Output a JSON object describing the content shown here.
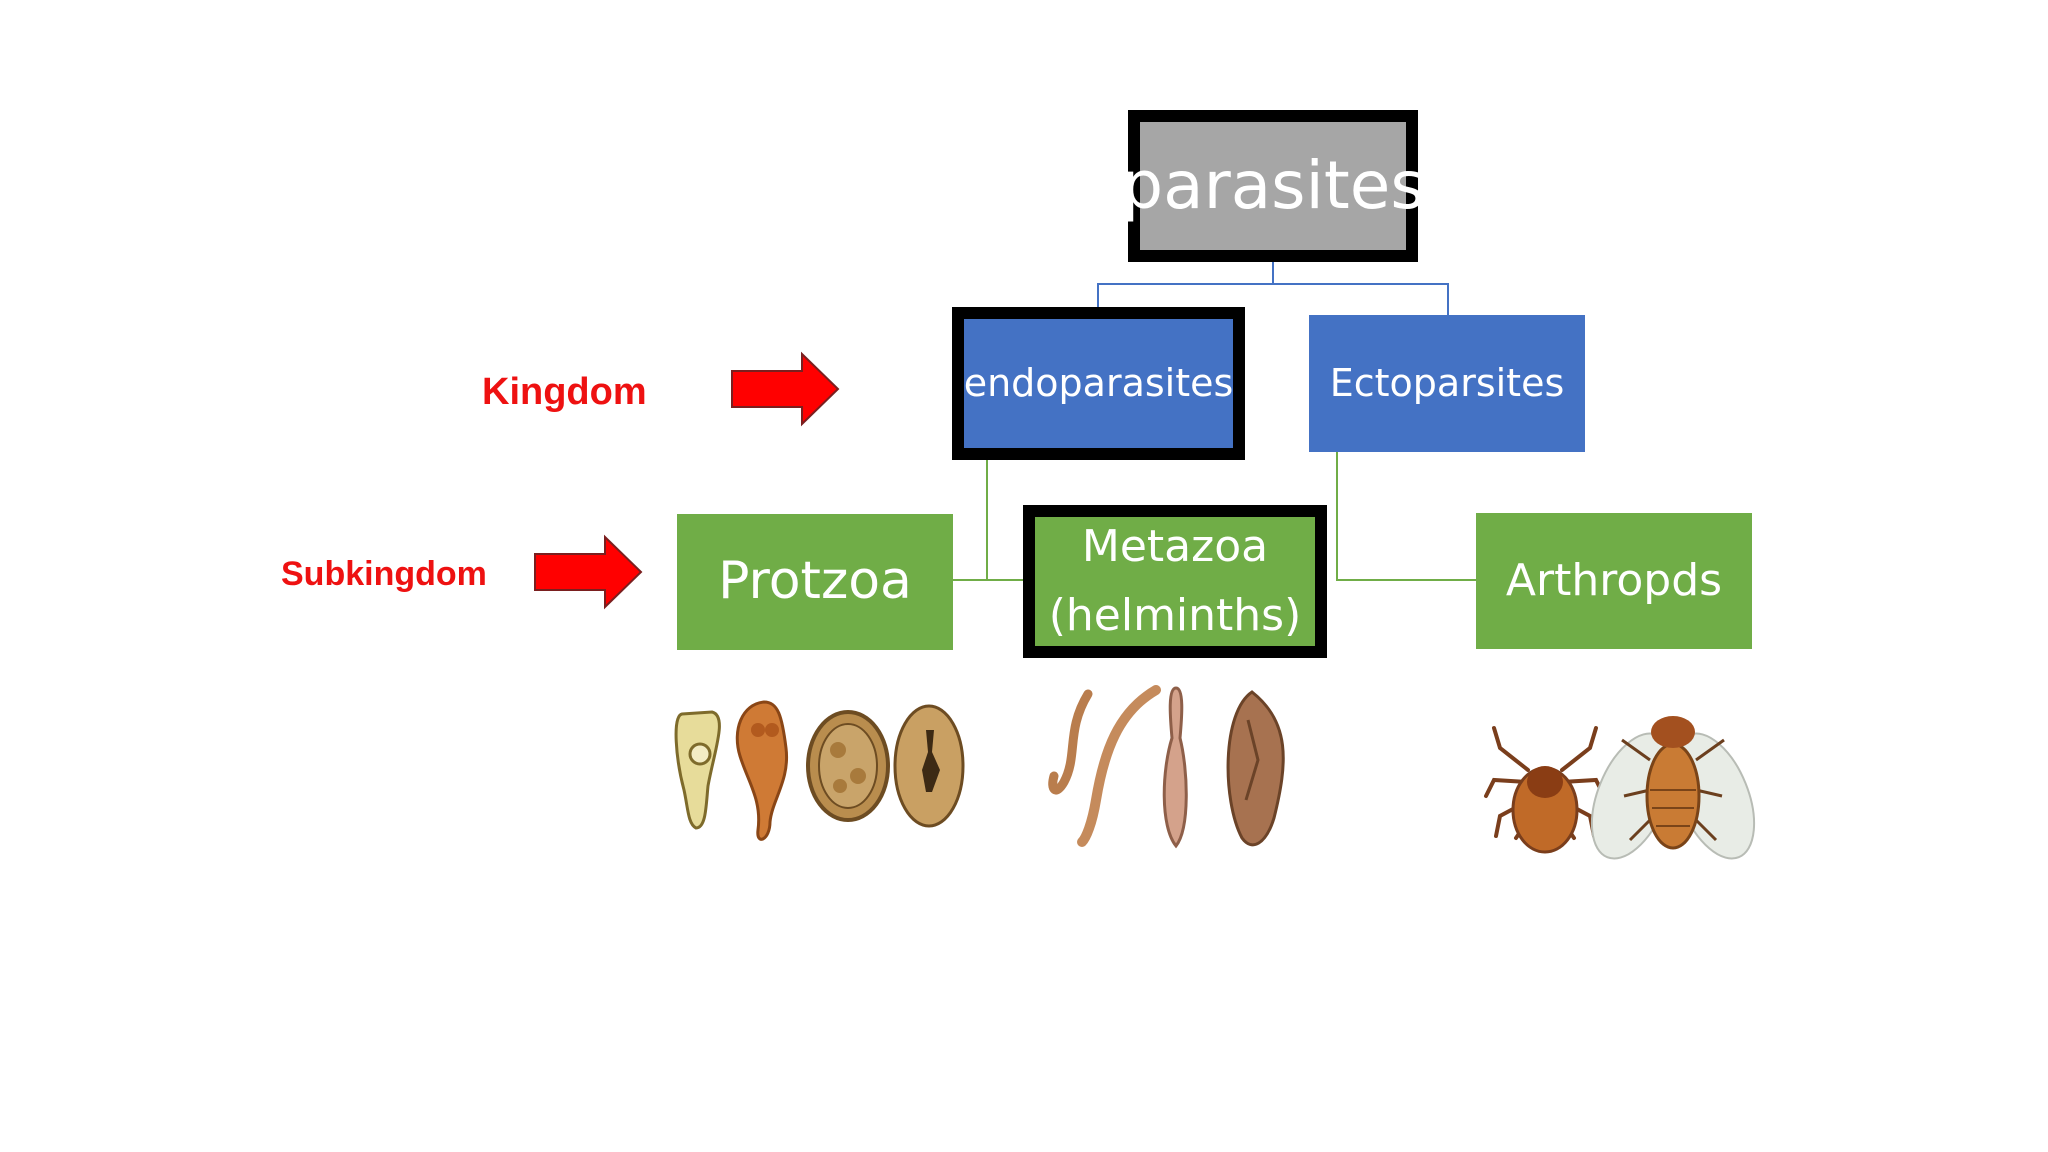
{
  "diagram": {
    "root": {
      "label": "parasites"
    },
    "kingdoms": [
      {
        "label": "endoparasites"
      },
      {
        "label": "Ectoparsites"
      }
    ],
    "subkingdoms": [
      {
        "label": "Protzoa"
      },
      {
        "label_line1": "Metazoa",
        "label_line2": "(helminths)"
      },
      {
        "label": "Arthropds"
      }
    ],
    "levels": {
      "kingdom": "Kingdom",
      "subkingdom": "Subkingdom"
    }
  },
  "colors": {
    "root_fill": "#a6a6a6",
    "kingdom_fill": "#4472c4",
    "subkingdom_fill": "#70ad47",
    "highlight_border": "#000000",
    "level_label": "#ee1111",
    "arrow": "#ff0000"
  },
  "icons": [
    "right-arrow-icon",
    "protozoa-illustration",
    "helminth-illustration",
    "arthropod-illustration"
  ]
}
